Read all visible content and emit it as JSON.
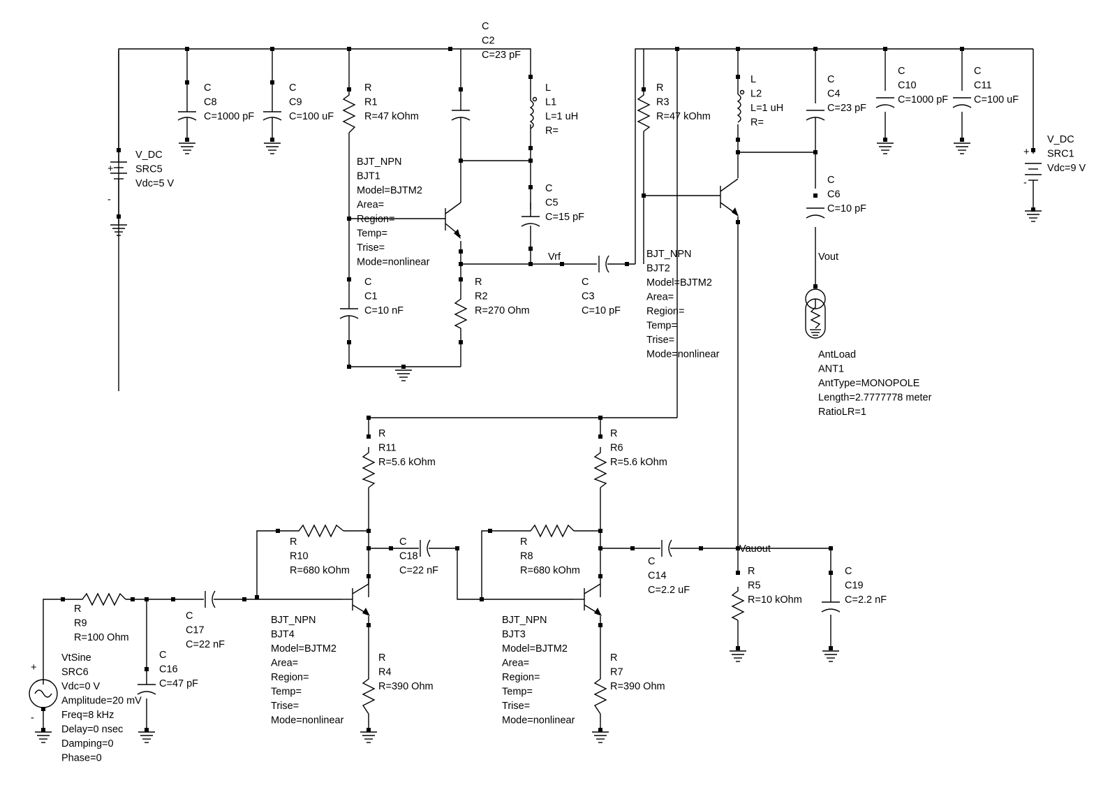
{
  "components": {
    "C8": [
      "C",
      "C8",
      "C=1000 pF"
    ],
    "C9": [
      "C",
      "C9",
      "C=100 uF"
    ],
    "R1": [
      "R",
      "R1",
      "R=47 kOhm"
    ],
    "C2": [
      "C",
      "C2",
      "C=23 pF"
    ],
    "L1": [
      "L",
      "L1",
      "L=1 uH",
      "R="
    ],
    "C5": [
      "C",
      "C5",
      "C=15 pF"
    ],
    "C1": [
      "C",
      "C1",
      "C=10 nF"
    ],
    "R2": [
      "R",
      "R2",
      "R=270 Ohm"
    ],
    "C3": [
      "C",
      "C3",
      "C=10 pF"
    ],
    "BJT1": [
      "BJT_NPN",
      "BJT1",
      "Model=BJTM2",
      "Area=",
      "Region=",
      "Temp=",
      "Trise=",
      "Mode=nonlinear"
    ],
    "SRC5": [
      "V_DC",
      "SRC5",
      "Vdc=5 V"
    ],
    "R3": [
      "R",
      "R3",
      "R=47 kOhm"
    ],
    "L2": [
      "L",
      "L2",
      "L=1 uH",
      "R="
    ],
    "C4": [
      "C",
      "C4",
      "C=23 pF"
    ],
    "C10": [
      "C",
      "C10",
      "C=1000 pF"
    ],
    "C11": [
      "C",
      "C11",
      "C=100 uF"
    ],
    "SRC1": [
      "V_DC",
      "SRC1",
      "Vdc=9 V"
    ],
    "C6": [
      "C",
      "C6",
      "C=10 pF"
    ],
    "BJT2": [
      "BJT_NPN",
      "BJT2",
      "Model=BJTM2",
      "Area=",
      "Region=",
      "Temp=",
      "Trise=",
      "Mode=nonlinear"
    ],
    "ANT1": [
      "AntLoad",
      "ANT1",
      "AntType=MONOPOLE",
      "Length=2.7777778 meter",
      "RatioLR=1"
    ],
    "R11": [
      "R",
      "R11",
      "R=5.6 kOhm"
    ],
    "R6": [
      "R",
      "R6",
      "R=5.6 kOhm"
    ],
    "R10": [
      "R",
      "R10",
      "R=680 kOhm"
    ],
    "C18": [
      "C",
      "C18",
      "C=22 nF"
    ],
    "R8": [
      "R",
      "R8",
      "R=680 kOhm"
    ],
    "C14": [
      "C",
      "C14",
      "C=2.2 uF"
    ],
    "R5": [
      "R",
      "R5",
      "R=10 kOhm"
    ],
    "C19": [
      "C",
      "C19",
      "C=2.2 nF"
    ],
    "R9": [
      "R",
      "R9",
      "R=100 Ohm"
    ],
    "C17": [
      "C",
      "C17",
      "C=22 nF"
    ],
    "C16": [
      "C",
      "C16",
      "C=47 pF"
    ],
    "SRC6": [
      "VtSine",
      "SRC6",
      "Vdc=0 V",
      "Amplitude=20 mV",
      "Freq=8 kHz",
      "Delay=0 nsec",
      "Damping=0",
      "Phase=0"
    ],
    "BJT4": [
      "BJT_NPN",
      "BJT4",
      "Model=BJTM2",
      "Area=",
      "Region=",
      "Temp=",
      "Trise=",
      "Mode=nonlinear"
    ],
    "R4": [
      "R",
      "R4",
      "R=390 Ohm"
    ],
    "BJT3": [
      "BJT_NPN",
      "BJT3",
      "Model=BJTM2",
      "Area=",
      "Region=",
      "Temp=",
      "Trise=",
      "Mode=nonlinear"
    ],
    "R7": [
      "R",
      "R7",
      "R=390 Ohm"
    ]
  },
  "nets": {
    "vrf": "Vrf",
    "vout": "Vout",
    "vauout": "Vauout"
  },
  "source_signs": {
    "plus": "+",
    "minus": "-"
  }
}
